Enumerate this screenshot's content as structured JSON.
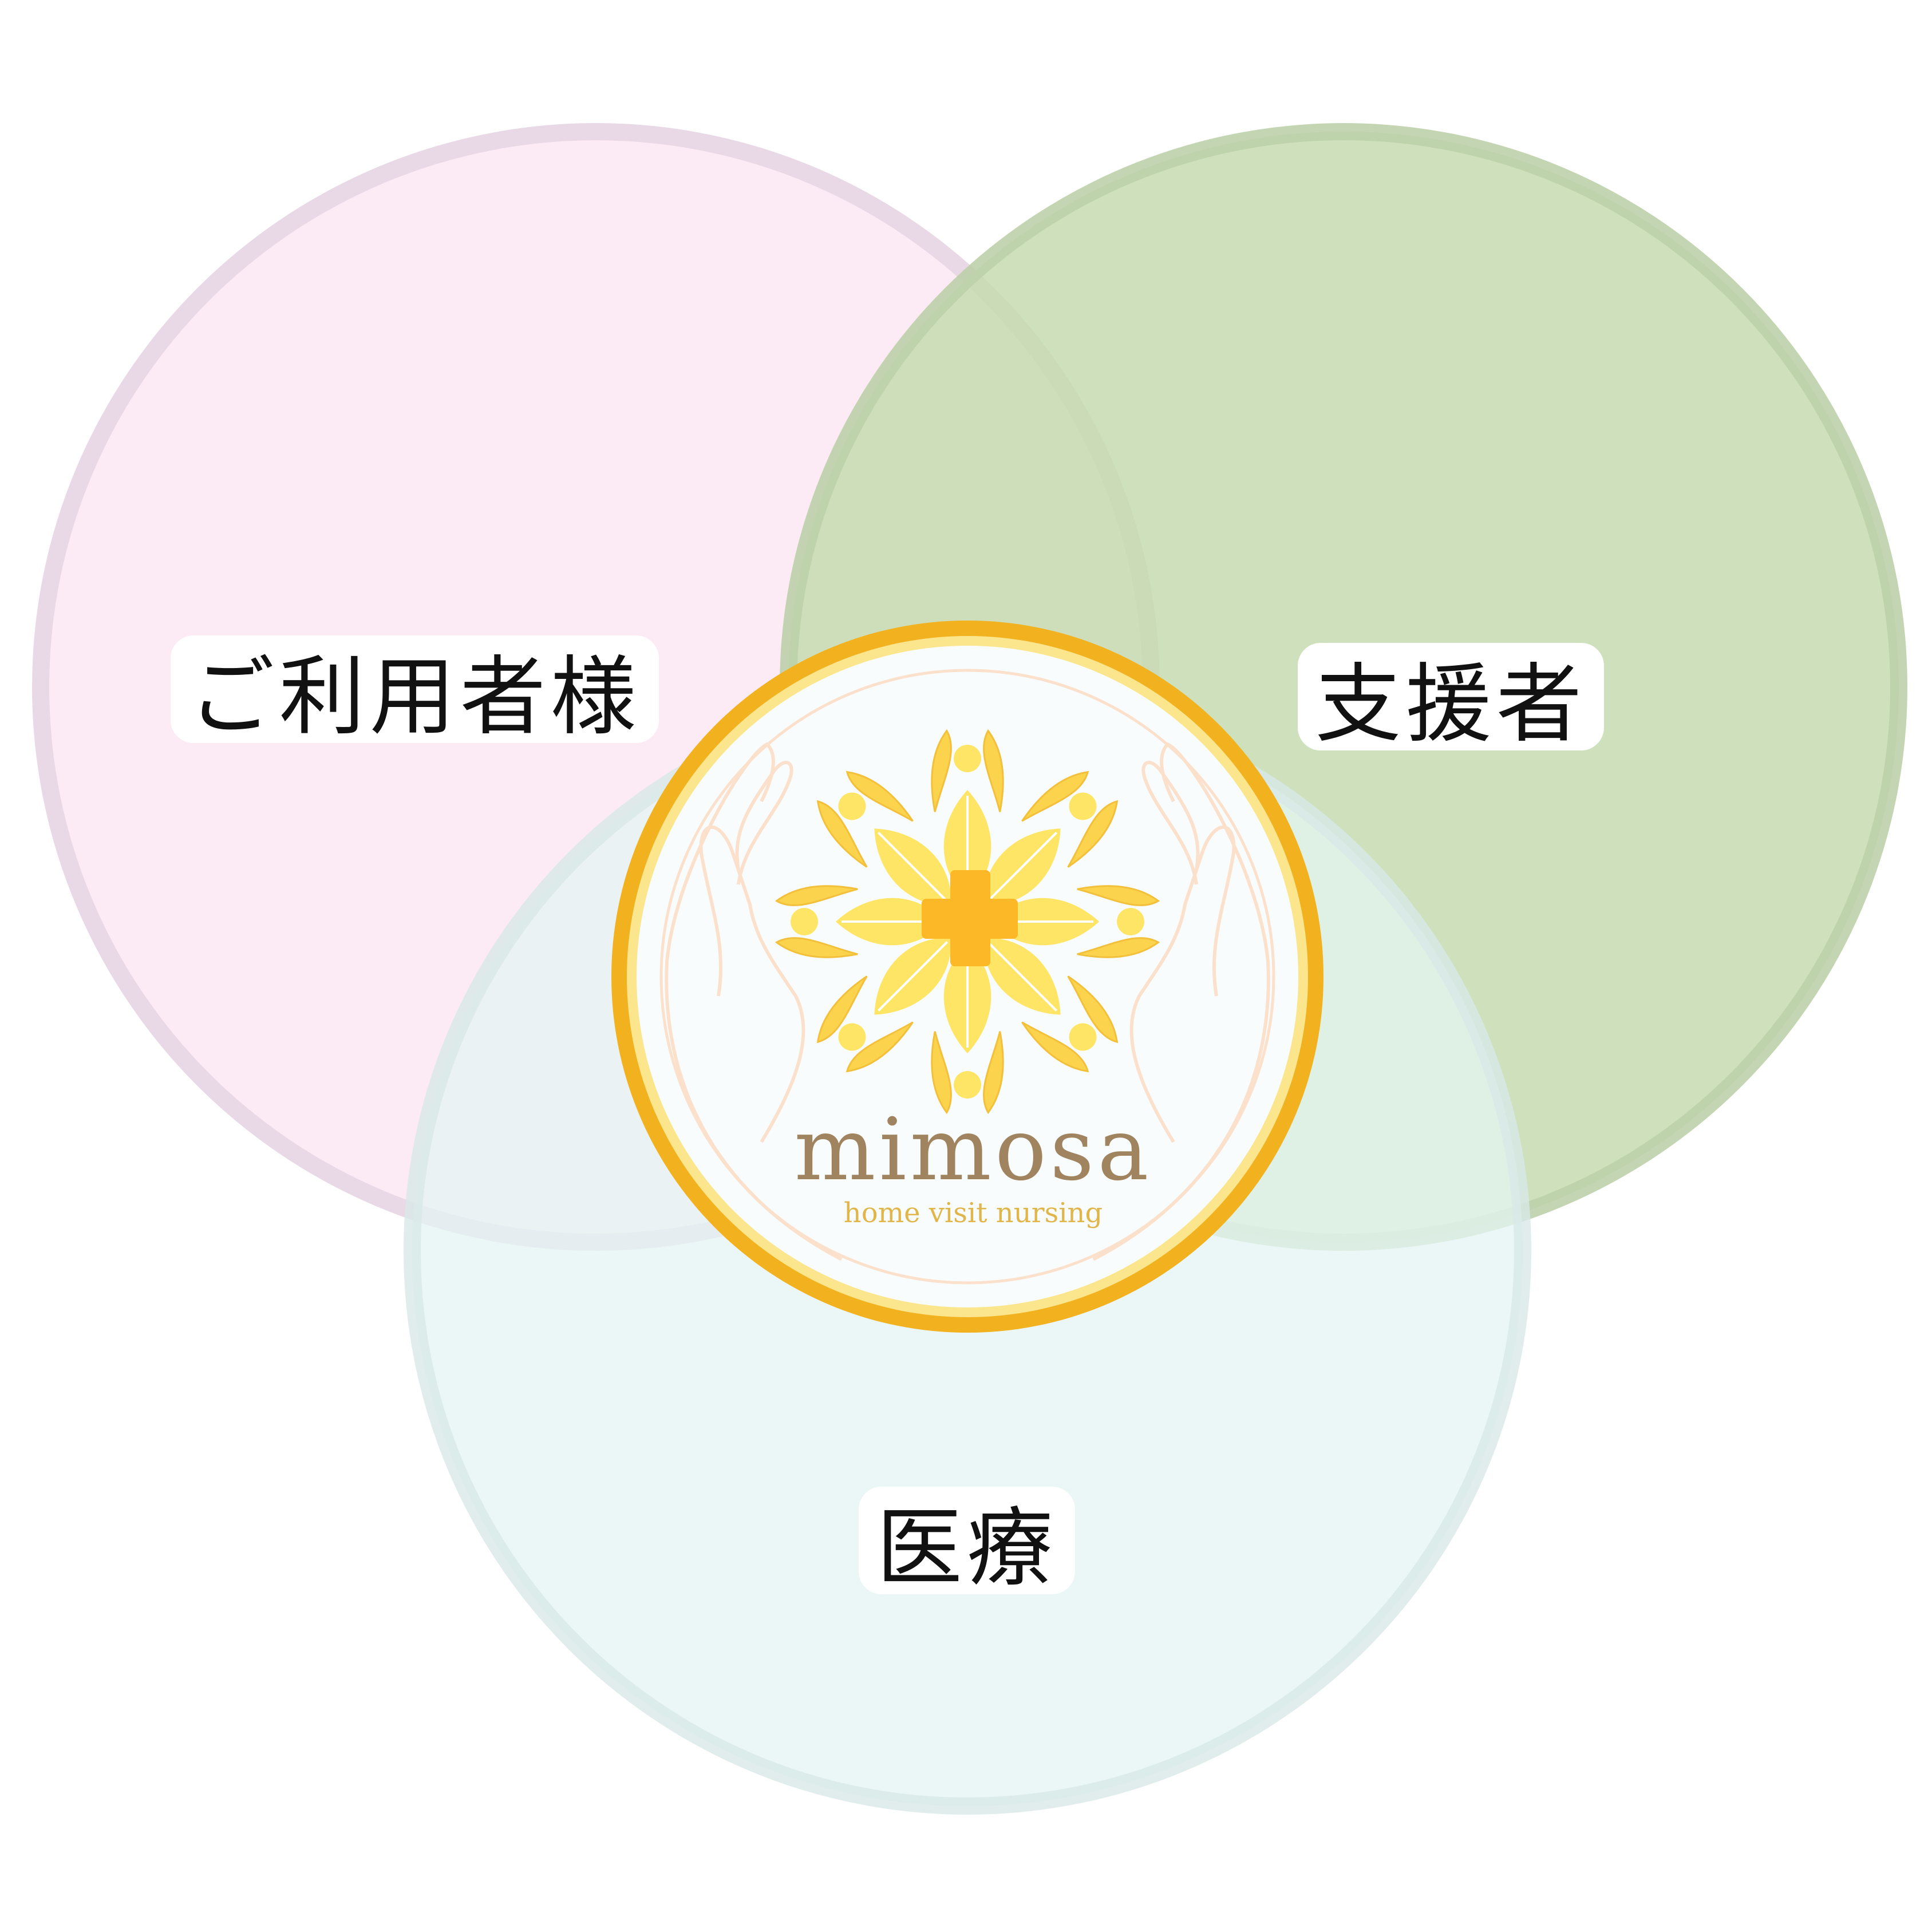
{
  "diagram": {
    "circles": [
      {
        "label": "ご利用者様",
        "fill": "#fbe8f3",
        "stroke": "#e9d8e5"
      },
      {
        "label": "支援者",
        "fill": "#cfe2bc",
        "stroke": "#c3d6b2"
      },
      {
        "label": "医療",
        "fill": "#e4f4f3",
        "stroke": "#d8e9e7"
      }
    ]
  },
  "logo": {
    "name": "mimosa",
    "tagline": "home visit nursing",
    "colors": {
      "ring": "#f2b21f",
      "inner_ring": "#fbe68e",
      "petal": "#ffe566",
      "cross": "#fdb827",
      "text": "#a08460",
      "tagline": "#e0b54a",
      "hands": "#fbe0cc"
    }
  }
}
